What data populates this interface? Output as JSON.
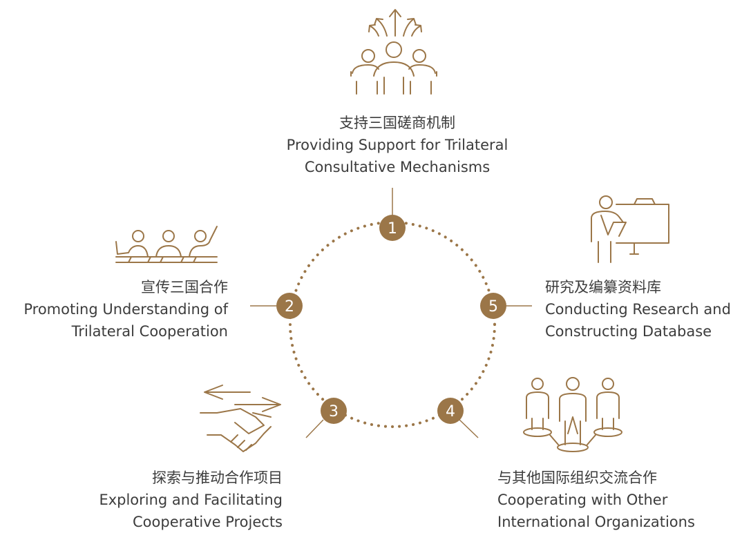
{
  "colors": {
    "accent": "#9b7648",
    "badge_text": "#ffffff",
    "text": "#3c3c3c"
  },
  "nodes": [
    {
      "num": "1",
      "zh": "支持三国磋商机制",
      "en1": "Providing Support for Trilateral",
      "en2": "Consultative Mechanisms",
      "icon": "people-growth-icon"
    },
    {
      "num": "2",
      "zh": "宣传三国合作",
      "en1": "Promoting Understanding of",
      "en2": "Trilateral Cooperation",
      "icon": "audience-raising-hands-icon"
    },
    {
      "num": "3",
      "zh": "探索与推动合作项目",
      "en1": "Exploring and Facilitating",
      "en2": "Cooperative Projects",
      "icon": "handshake-exchange-icon"
    },
    {
      "num": "4",
      "zh": "与其他国际组织交流合作",
      "en1": "Cooperating with Other",
      "en2": "International Organizations",
      "icon": "network-people-icon"
    },
    {
      "num": "5",
      "zh": "研究及编纂资料库",
      "en1": "Conducting Research and",
      "en2": "Constructing Database",
      "icon": "presenter-board-icon"
    }
  ]
}
